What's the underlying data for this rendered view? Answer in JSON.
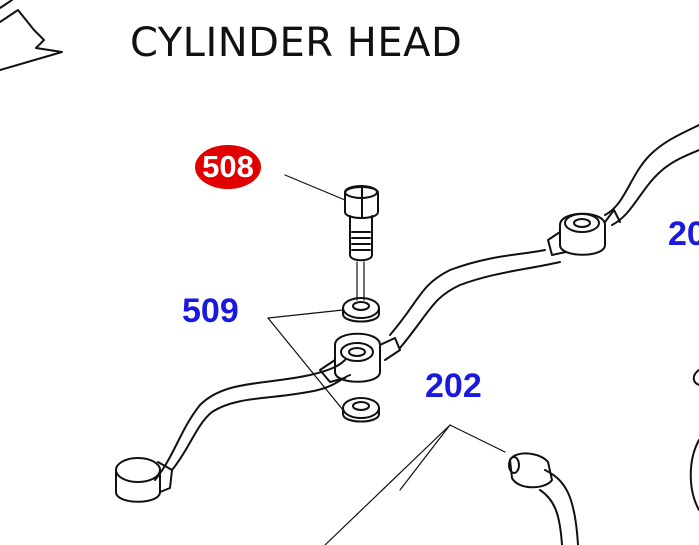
{
  "diagram": {
    "title": "CYLINDER HEAD",
    "callouts": {
      "bolt": "508",
      "washer": "509",
      "pipe_main": "202",
      "pipe_edge": "20"
    }
  },
  "colors": {
    "badge_red": "#e00000",
    "callout_blue": "#1a1adf",
    "line": "#111111"
  }
}
